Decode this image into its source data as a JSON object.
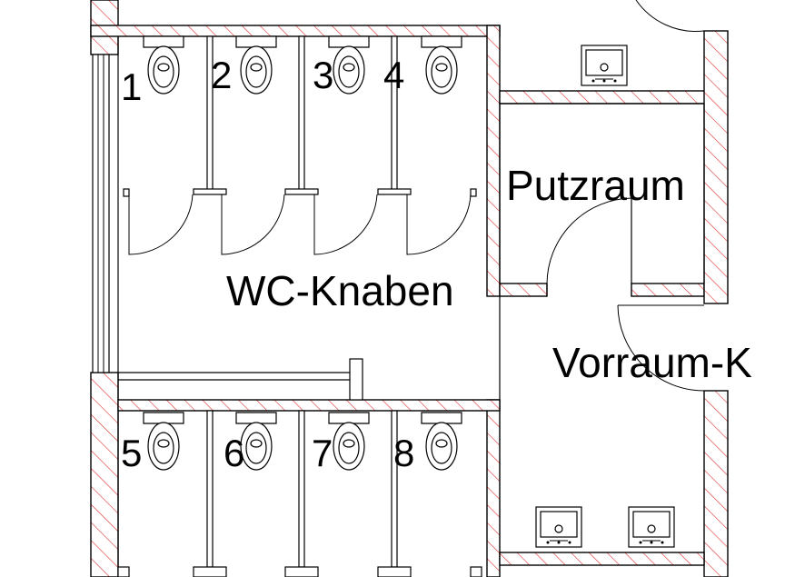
{
  "rooms": {
    "wc": "WC-Knaben",
    "cleaning": "Putzraum",
    "vestibule": "Vorraum-K"
  },
  "stalls": {
    "top": [
      "1",
      "2",
      "3",
      "4"
    ],
    "bottom": [
      "5",
      "6",
      "7",
      "8"
    ]
  },
  "colors": {
    "line": "#000000",
    "hatch": "#e03030",
    "background": "#ffffff"
  },
  "icons": [
    "toilet-icon",
    "washbasin-icon",
    "door-swing-icon",
    "wall-hatch"
  ]
}
